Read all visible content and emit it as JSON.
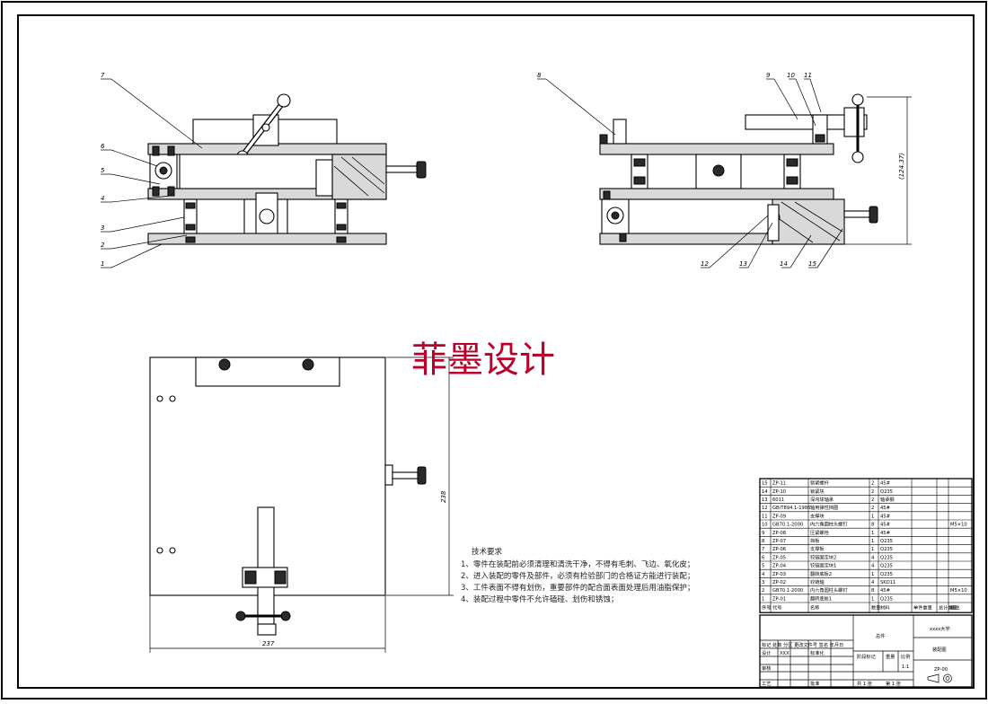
{
  "watermark": "菲墨设计",
  "notes": {
    "title": "技术要求",
    "lines": [
      "1、零件在装配前必须清理和清洗干净，不得有毛刺、飞边、氧化皮；",
      "2、进入装配的零件及部件，必须有检验部门的合格证方能进行装配；",
      "3、工件表面不得有划伤，重要部件的配合面表面处理后用油脂保护；",
      "4、装配过程中零件不允许磕碰、划伤和锈蚀；"
    ]
  },
  "view1_labels": [
    "7",
    "6",
    "5",
    "4",
    "3",
    "2",
    "1"
  ],
  "view2_labels": [
    "8",
    "9",
    "10",
    "11",
    "12",
    "13",
    "14",
    "15"
  ],
  "dims": {
    "height_right": "(124.37)",
    "plan_height": "238",
    "plan_width": "237"
  },
  "bom": [
    {
      "no": "15",
      "code": "ZP-11",
      "name": "锁紧螺杆",
      "qty": "2",
      "mat": "45#",
      "note": ""
    },
    {
      "no": "14",
      "code": "ZP-10",
      "name": "锁紧块",
      "qty": "2",
      "mat": "Q235",
      "note": ""
    },
    {
      "no": "13",
      "code": "6011",
      "name": "深沟球轴承",
      "qty": "2",
      "mat": "轴承钢",
      "note": ""
    },
    {
      "no": "12",
      "code": "GB/T894.1-1986",
      "name": "轴用弹性挡圈",
      "qty": "2",
      "mat": "45#",
      "note": ""
    },
    {
      "no": "11",
      "code": "ZP-09",
      "name": "支撑块",
      "qty": "1",
      "mat": "45#",
      "note": ""
    },
    {
      "no": "10",
      "code": "GB70.1-2000",
      "name": "内六角圆柱头螺钉",
      "qty": "8",
      "mat": "45#",
      "note": "M5×10"
    },
    {
      "no": "9",
      "code": "ZP-08",
      "name": "压紧螺栓",
      "qty": "1",
      "mat": "45#",
      "note": ""
    },
    {
      "no": "8",
      "code": "ZP-07",
      "name": "挡板",
      "qty": "1",
      "mat": "Q235",
      "note": ""
    },
    {
      "no": "7",
      "code": "ZP-06",
      "name": "支撑板",
      "qty": "1",
      "mat": "Q235",
      "note": ""
    },
    {
      "no": "6",
      "code": "ZP-05",
      "name": "铰链固定块2",
      "qty": "4",
      "mat": "Q235",
      "note": ""
    },
    {
      "no": "5",
      "code": "ZP-04",
      "name": "铰链固定块1",
      "qty": "4",
      "mat": "Q235",
      "note": ""
    },
    {
      "no": "4",
      "code": "ZP-03",
      "name": "翻转底板2",
      "qty": "1",
      "mat": "Q235",
      "note": ""
    },
    {
      "no": "3",
      "code": "ZP-02",
      "name": "铰链轴",
      "qty": "4",
      "mat": "SKD11",
      "note": ""
    },
    {
      "no": "2",
      "code": "GB70.1-2000",
      "name": "内六角圆柱头螺钉",
      "qty": "8",
      "mat": "45#",
      "note": "M5×10"
    },
    {
      "no": "1",
      "code": "ZP-01",
      "name": "翻转底板1",
      "qty": "1",
      "mat": "Q235",
      "note": ""
    }
  ],
  "bom_header": [
    "序号",
    "代号",
    "名称",
    "数量",
    "材料",
    "单件重量",
    "总计重量",
    "备注"
  ],
  "title_block": {
    "company": "xxxx大学",
    "assembly": "总件",
    "drawing_name": "装配图",
    "drawing_no": "ZP-00",
    "scale_label": "比例",
    "scale": "1:1",
    "weight_label": "重量",
    "stage_label": "阶段标记",
    "designer_label": "设计",
    "designer": "XXX",
    "std_label": "标准化",
    "check_label": "审核",
    "process_label": "工艺",
    "approve_label": "批准",
    "sheets": "共 1 张",
    "sheet": "第 1 张",
    "rev_row": "标记 处数 分区 更改文件号 签名 年月日"
  }
}
